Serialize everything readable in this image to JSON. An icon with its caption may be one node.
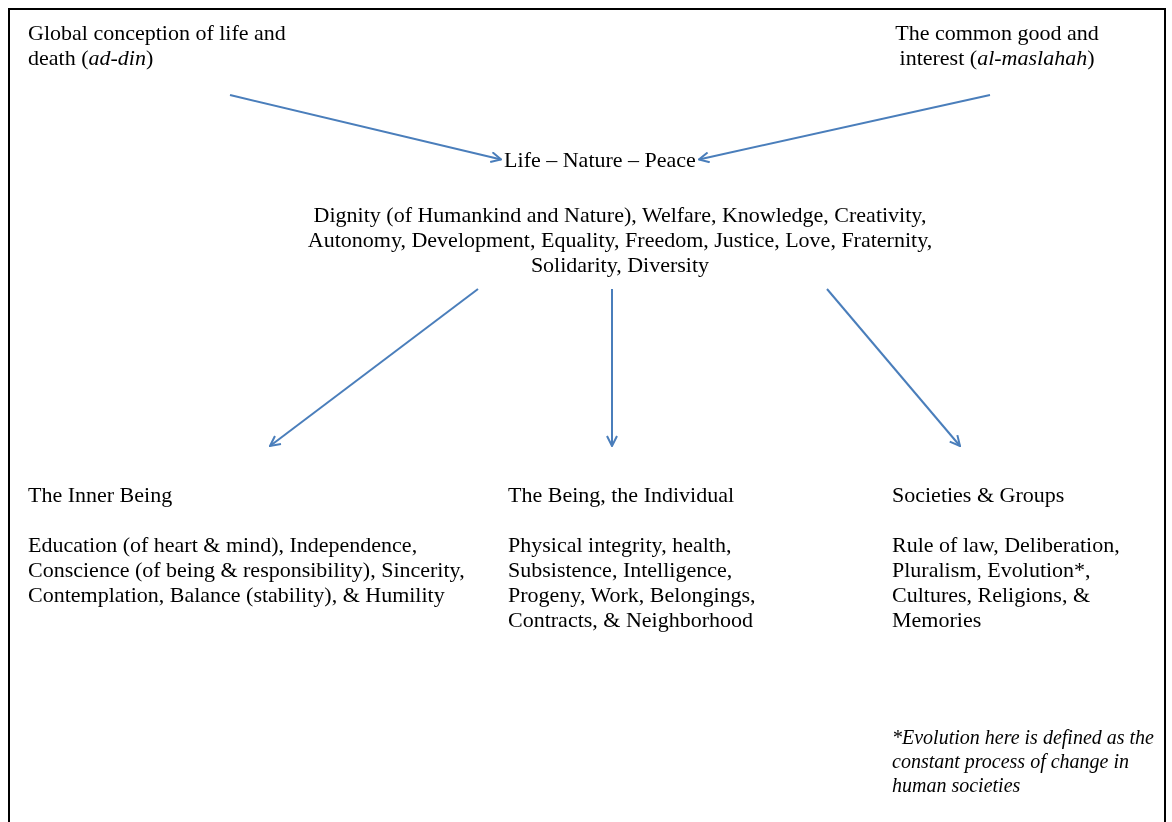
{
  "diagram": {
    "nodes": [
      {
        "text": [
          "Global conception of life and death (*ad-din*)"
        ]
      },
      {
        "text": [
          "The common good and interest (*al-maslahah*)"
        ]
      },
      {
        "text": [
          "Life – Nature – Peace"
        ]
      },
      {
        "text": [
          "Dignity (of Humankind and Nature), Welfare, Knowledge, Creativity, Autonomy, Development, Equality, Freedom, Justice, Love, Fraternity, Solidarity, Diversity"
        ]
      },
      {
        "text": [
          "The Inner Being",
          "Education (of heart & mind), Independence, Conscience (of being & responsibility), Sincerity, Contemplation, Balance (stability), & Humility"
        ]
      },
      {
        "text": [
          "The Being, the Individual",
          "Physical integrity, health, Subsistence, Intelligence, Progeny, Work, Belongings, Contracts, & Neighborhood"
        ]
      },
      {
        "text": [
          "Societies & Groups",
          "Rule of law, Deliberation, Pluralism, Evolution*, Cultures, Religions, & Memories"
        ]
      }
    ],
    "edges": [
      {
        "from": 0,
        "to": 2,
        "arrow": "to"
      },
      {
        "from": 1,
        "to": 2,
        "arrow": "to"
      },
      {
        "from": 3,
        "to": 4,
        "arrow": "to"
      },
      {
        "from": 3,
        "to": 5,
        "arrow": "to"
      },
      {
        "from": 3,
        "to": 6,
        "arrow": "to"
      }
    ],
    "labels": [
      "*Evolution here is defined as the constant process of change in human societies"
    ]
  }
}
